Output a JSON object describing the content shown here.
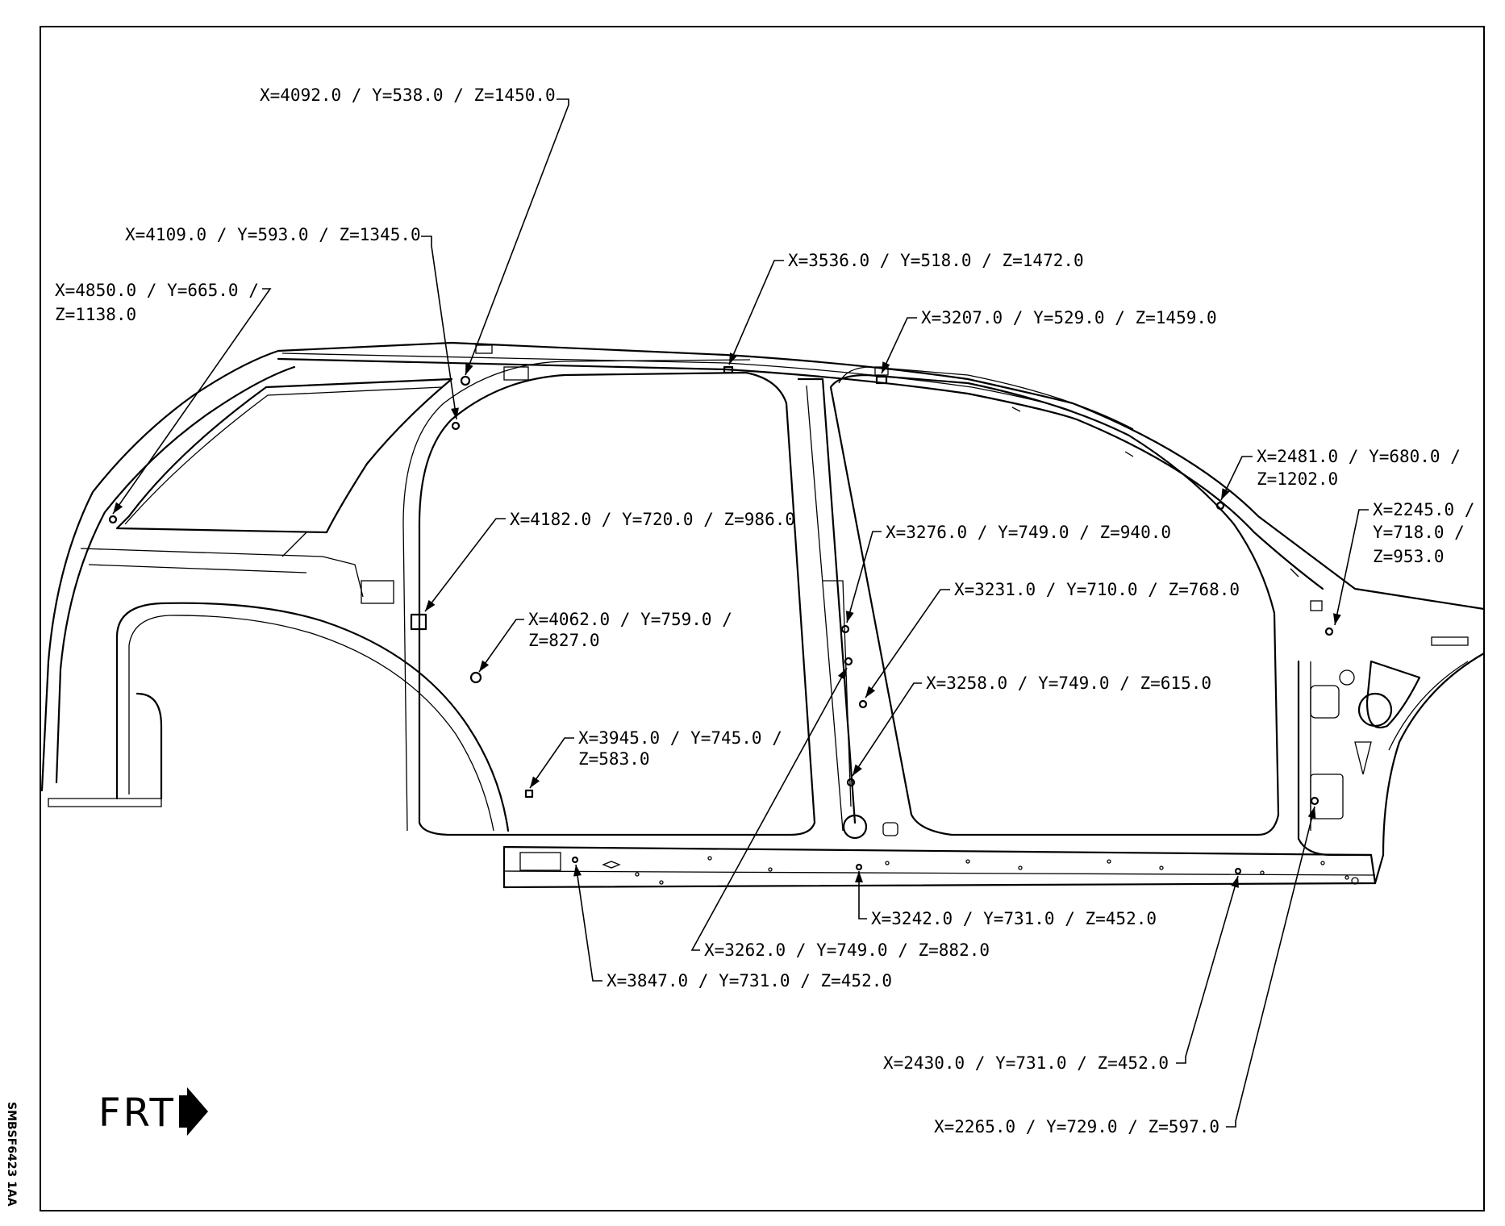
{
  "callouts": [
    {
      "id": "c1",
      "lines": [
        "X=4092.0 / Y=538.0 / Z=1450.0"
      ]
    },
    {
      "id": "c2",
      "lines": [
        "X=4109.0 / Y=593.0 / Z=1345.0"
      ]
    },
    {
      "id": "c3",
      "lines": [
        "X=4850.0 / Y=665.0 /",
        "Z=1138.0"
      ]
    },
    {
      "id": "c4",
      "lines": [
        "X=3536.0 / Y=518.0 / Z=1472.0"
      ]
    },
    {
      "id": "c5",
      "lines": [
        "X=3207.0 / Y=529.0 / Z=1459.0"
      ]
    },
    {
      "id": "c6",
      "lines": [
        "X=2481.0 / Y=680.0 /",
        "Z=1202.0"
      ]
    },
    {
      "id": "c7",
      "lines": [
        "X=2245.0 /",
        "Y=718.0 /",
        "Z=953.0"
      ]
    },
    {
      "id": "c8",
      "lines": [
        "X=4182.0 / Y=720.0 / Z=986.0"
      ]
    },
    {
      "id": "c9",
      "lines": [
        "X=3276.0 / Y=749.0 / Z=940.0"
      ]
    },
    {
      "id": "c10",
      "lines": [
        "X=3231.0 / Y=710.0 / Z=768.0"
      ]
    },
    {
      "id": "c11",
      "lines": [
        "X=4062.0 / Y=759.0 /",
        "Z=827.0"
      ]
    },
    {
      "id": "c12",
      "lines": [
        "X=3258.0 / Y=749.0 / Z=615.0"
      ]
    },
    {
      "id": "c13",
      "lines": [
        "X=3945.0 / Y=745.0 /",
        "Z=583.0"
      ]
    },
    {
      "id": "c14",
      "lines": [
        "X=3242.0 / Y=731.0 / Z=452.0"
      ]
    },
    {
      "id": "c15",
      "lines": [
        "X=3262.0 / Y=749.0 / Z=882.0"
      ]
    },
    {
      "id": "c16",
      "lines": [
        "X=3847.0 / Y=731.0 / Z=452.0"
      ]
    },
    {
      "id": "c17",
      "lines": [
        "X=2430.0 / Y=731.0 / Z=452.0"
      ]
    },
    {
      "id": "c18",
      "lines": [
        "X=2265.0 / Y=729.0 / Z=597.0"
      ]
    }
  ],
  "direction_label": "FRT",
  "figure_id": "SMBSF6423 1AA"
}
